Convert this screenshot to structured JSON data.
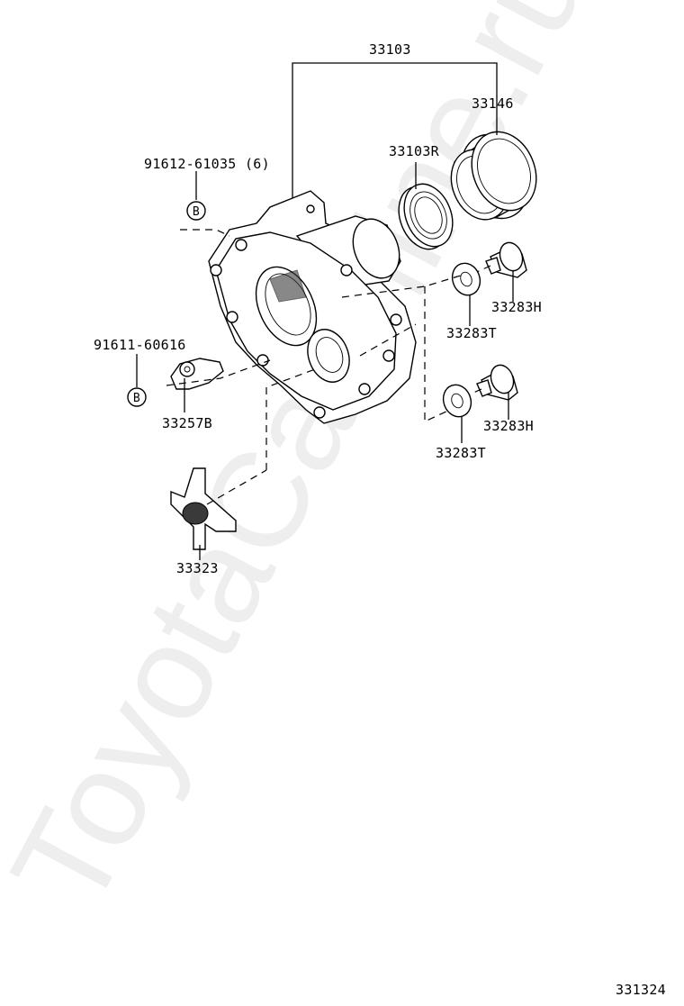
{
  "watermark": "ToyotaCarMine.ru",
  "figure_id": "331324",
  "labels": {
    "assembly": "33103",
    "sleeve": "33146",
    "bearing": "33103R",
    "bolt_b": "91612-61035 (6)",
    "bolt_b2": "91611-60616",
    "bracket": "33257B",
    "plug_upper": "33283H",
    "washer_upper": "33283T",
    "plug_lower": "33283H",
    "washer_lower": "33283T",
    "spider": "33323"
  },
  "ref_marks": {
    "upper": "B",
    "lower": "B"
  }
}
